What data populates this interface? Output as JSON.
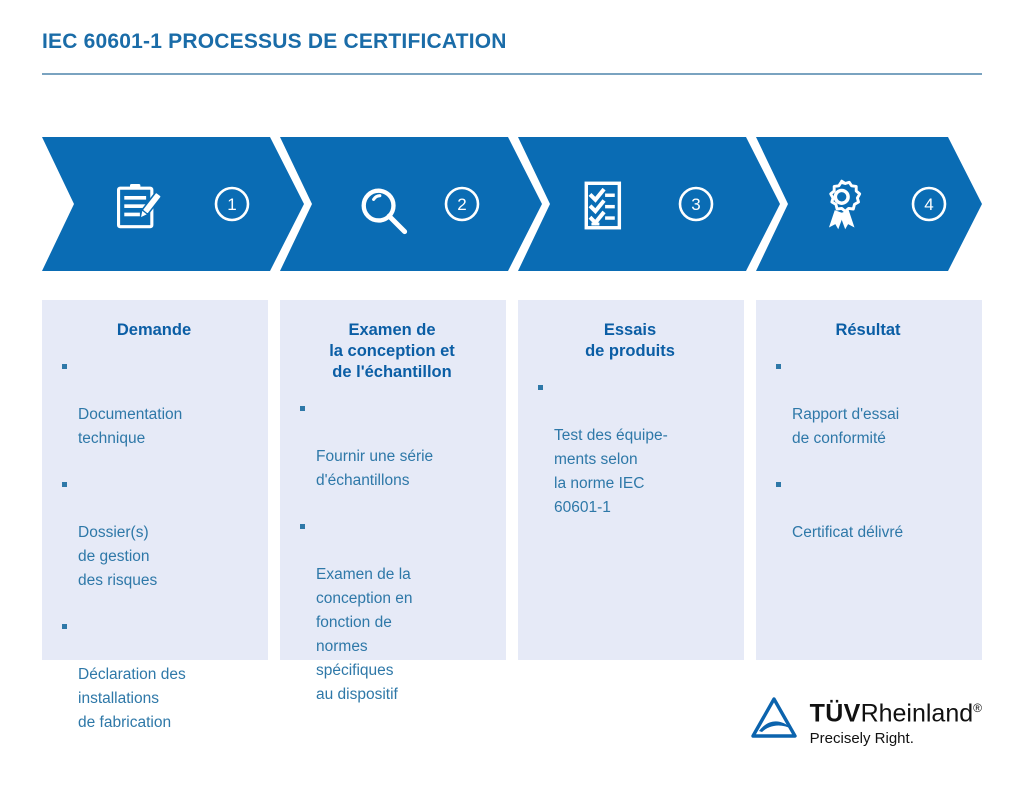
{
  "header": {
    "title": "IEC 60601-1 PROCESSUS DE CERTIFICATION"
  },
  "colors": {
    "chevron_blue": "#0a6cb4",
    "title_blue": "#1a6ca8",
    "card_bg": "#e6eaf7",
    "card_title_blue": "#0b5ea5",
    "body_blue": "#2e78a8",
    "rule_blue": "#7aa3c0",
    "logo_blue": "#0b63ad"
  },
  "steps": [
    {
      "number": "1",
      "icon": "clipboard-pen-icon",
      "title": "Demande",
      "bullets": [
        "Documentation\ntechnique",
        "Dossier(s)\nde gestion\ndes risques",
        "Déclaration des\ninstallations\nde fabrication"
      ]
    },
    {
      "number": "2",
      "icon": "magnifier-icon",
      "title": "Examen de\nla conception et\nde l'échantillon",
      "bullets": [
        "Fournir une série\nd'échantillons",
        "Examen de la\nconception en\nfonction de\nnormes\nspécifiques\nau dispositif"
      ]
    },
    {
      "number": "3",
      "icon": "checklist-icon",
      "title": "Essais\nde produits",
      "bullets": [
        "Test des équipe-\nments selon\nla norme IEC\n60601-1"
      ]
    },
    {
      "number": "4",
      "icon": "award-rosette-icon",
      "title": "Résultat",
      "bullets": [
        "Rapport d'essai\nde conformité",
        "Certificat délivré"
      ]
    }
  ],
  "logo": {
    "mark": "tuv-triangle-icon",
    "tuv": "TÜV",
    "rheinland": "Rheinland",
    "registered": "®",
    "tagline": "Precisely Right."
  }
}
